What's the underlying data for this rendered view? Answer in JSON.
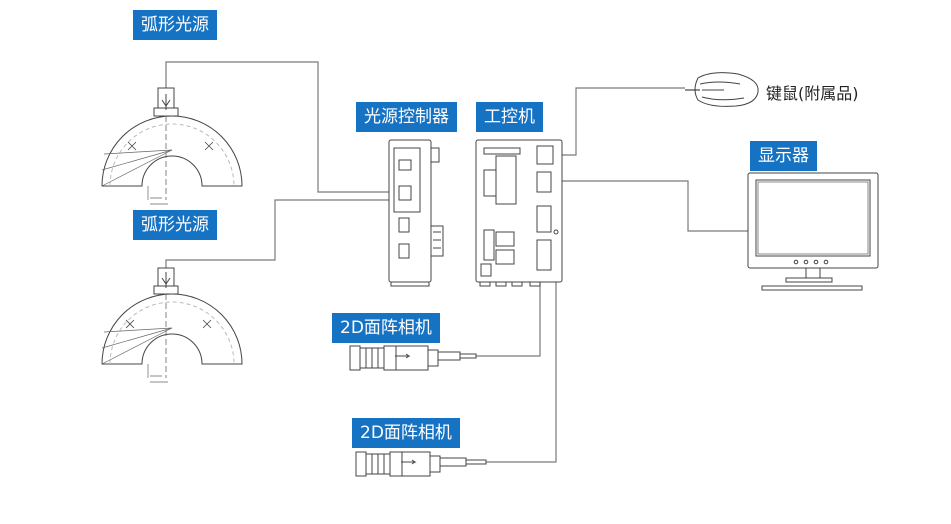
{
  "labels": {
    "arc_light_top": "弧形光源",
    "arc_light_bottom": "弧形光源",
    "light_controller": "光源控制器",
    "ipc": "工控机",
    "keyboard_mouse": "键鼠(附属品)",
    "monitor": "显示器",
    "camera_top": "2D面阵相机",
    "camera_bottom": "2D面阵相机"
  },
  "colors": {
    "label_bg": "#1673c4",
    "label_text": "#ffffff",
    "line": "#7a7a7a",
    "device_stroke": "#444444"
  }
}
